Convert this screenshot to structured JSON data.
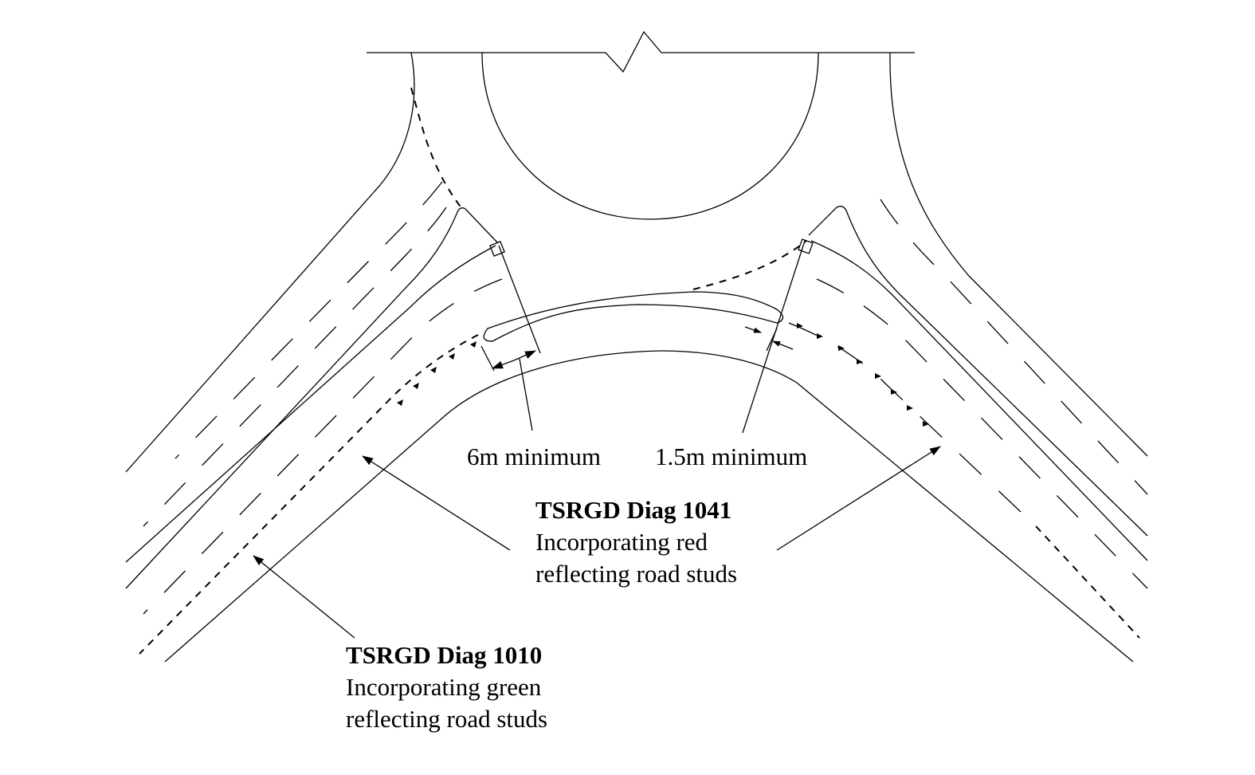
{
  "dimensions": {
    "left_dimension": "6m minimum",
    "right_dimension": "1.5m minimum"
  },
  "callouts": [
    {
      "title": "TSRGD Diag 1041",
      "lines": [
        "Incorporating red",
        "reflecting road studs"
      ]
    },
    {
      "title": "TSRGD Diag 1010",
      "lines": [
        "Incorporating green",
        "reflecting road studs"
      ]
    }
  ]
}
